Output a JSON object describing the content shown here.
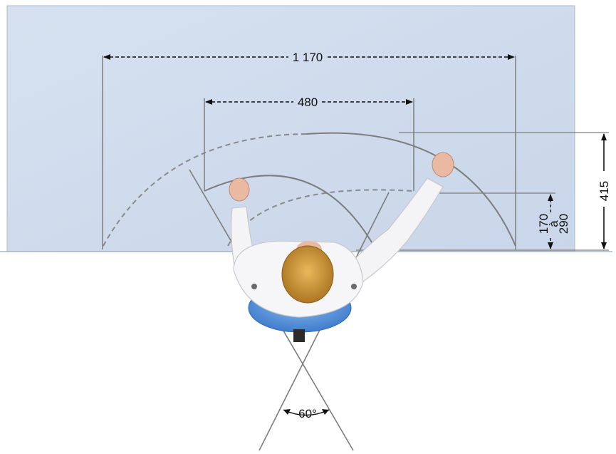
{
  "diagram": {
    "dimensions": {
      "overall_width": "1 170",
      "inner_width": "480",
      "depth": "415",
      "reach_from": "170",
      "reach_connector": "à",
      "reach_to": "290",
      "view_angle": "60°"
    },
    "colors": {
      "desk": "#cfdbec",
      "desk_edge": "#a9b8cc",
      "line": "#7d7d7d",
      "dash": "#111111",
      "shirt": "#f4f4f6",
      "skin": "#e9b9a2",
      "hair": "#c98f2f",
      "seat": "#4f8fd8"
    }
  }
}
